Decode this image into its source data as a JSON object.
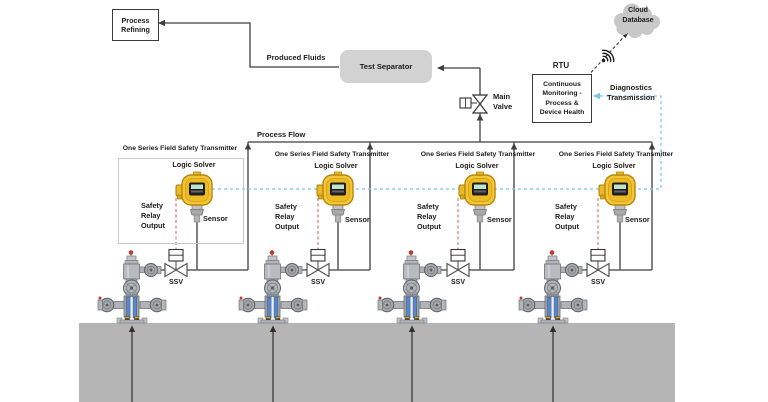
{
  "header": {
    "process_refining": "Process\nRefining",
    "produced_fluids": "Produced Fluids",
    "test_separator": "Test Separator",
    "main_valve": "Main\nValve",
    "process_flow": "Process Flow"
  },
  "rtu": {
    "label": "RTU",
    "box_text": "Continuous\nMonitoring -\nProcess &\nDevice Health"
  },
  "cloud": {
    "label": "Cloud\nDatabase"
  },
  "diagnostics": {
    "label": "Diagnostics\nTransmission"
  },
  "units": [
    {
      "title": "One Series Field Safety Transmitter",
      "logic_solver": "Logic Solver",
      "safety_relay_output": "Safety\nRelay\nOutput",
      "sensor": "Sensor",
      "ssv": "SSV"
    },
    {
      "title": "One Series Field Safety Transmitter",
      "logic_solver": "Logic Solver",
      "safety_relay_output": "Safety\nRelay\nOutput",
      "sensor": "Sensor",
      "ssv": "SSV"
    },
    {
      "title": "One Series Field Safety Transmitter",
      "logic_solver": "Logic Solver",
      "safety_relay_output": "Safety\nRelay\nOutput",
      "sensor": "Sensor",
      "ssv": "SSV"
    },
    {
      "title": "One Series Field Safety Transmitter",
      "logic_solver": "Logic Solver",
      "safety_relay_output": "Safety\nRelay\nOutput",
      "sensor": "Sensor",
      "ssv": "SSV"
    }
  ],
  "icons": {
    "wifi": "wifi-signal-icon",
    "cloud": "cloud-shape-icon",
    "wellhead": "wellhead-christmas-tree-icon",
    "transmitter": "safety-transmitter-icon",
    "valve": "gate-valve-icon"
  },
  "colors": {
    "diagnostics_blue": "#74c8ea",
    "safety_relay_red": "#d96a6a",
    "transmitter_yellow": "#f3c63a",
    "ground_gray": "#b5b5b5",
    "separator_gray": "#d2d2d2",
    "line_dark": "#3f3f3f",
    "wellhead_blue_pipe": "#5b87c5"
  }
}
